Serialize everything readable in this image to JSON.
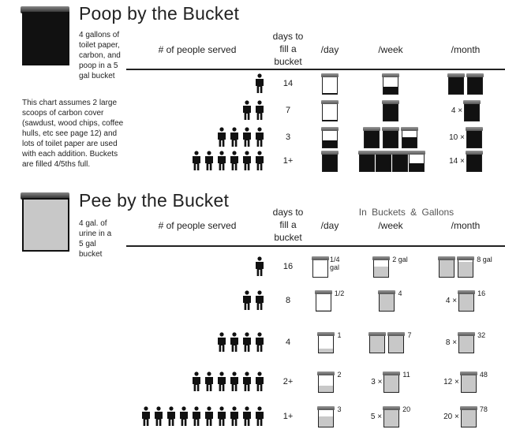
{
  "poop": {
    "title": "Poop by the Bucket",
    "bucket_desc": "4 gallons of toilet paper, carbon, and poop in a 5 gal bucket",
    "note": "This chart assumes 2 large scoops of carbon cover (sawdust, wood chips, coffee hulls, etc see page 12) and lots of toilet paper are used with each addition. Buckets are filled 4/5ths full.",
    "headers": {
      "people": "# of people served",
      "days": "days to fill a bucket",
      "day": "/day",
      "week": "/week",
      "month": "/month"
    },
    "fill_color": "#111111",
    "rows": [
      {
        "people": 1,
        "days": "14",
        "day": {
          "buckets": [
            0.03
          ]
        },
        "week": {
          "buckets": [
            0.45
          ]
        },
        "month": {
          "mult": "",
          "buckets": [
            1,
            1
          ]
        }
      },
      {
        "people": 2,
        "days": "7",
        "day": {
          "buckets": [
            0.05
          ]
        },
        "week": {
          "buckets": [
            1
          ]
        },
        "month": {
          "mult": "4 ×",
          "buckets": [
            1
          ]
        }
      },
      {
        "people": 4,
        "days": "3",
        "day": {
          "buckets": [
            0.45
          ]
        },
        "week": {
          "buckets": [
            1,
            1,
            0.6
          ]
        },
        "month": {
          "mult": "10 ×",
          "buckets": [
            1
          ]
        }
      },
      {
        "people": 6,
        "days": "1+",
        "day": {
          "buckets": [
            1
          ]
        },
        "week": {
          "buckets": [
            1,
            1,
            1,
            0.5
          ]
        },
        "month": {
          "mult": "14 ×",
          "buckets": [
            1
          ]
        }
      }
    ]
  },
  "pee": {
    "title": "Pee by the Bucket",
    "bucket_desc": "4 gal. of urine in a 5 gal bucket",
    "subheader": "In Buckets & Gallons",
    "headers": {
      "people": "# of people served",
      "days": "days to fill a bucket",
      "day": "/day",
      "week": "/week",
      "month": "/month"
    },
    "fill_color": "#c8c8c8",
    "rows": [
      {
        "people": 1,
        "days": "16",
        "day": {
          "buckets": [
            0.02
          ],
          "label": "1/4 gal"
        },
        "week": {
          "mult": "",
          "buckets": [
            0.6
          ],
          "label": "2 gal"
        },
        "month": {
          "mult": "",
          "buckets": [
            1,
            0.9
          ],
          "label": "8 gal"
        }
      },
      {
        "people": 2,
        "days": "8",
        "day": {
          "buckets": [
            0.03
          ],
          "label": "1/2"
        },
        "week": {
          "mult": "",
          "buckets": [
            1
          ],
          "label": "4"
        },
        "month": {
          "mult": "4 ×",
          "buckets": [
            1
          ],
          "label": "16"
        }
      },
      {
        "people": 4,
        "days": "4",
        "day": {
          "buckets": [
            0.25
          ],
          "label": "1"
        },
        "week": {
          "mult": "",
          "buckets": [
            1,
            1
          ],
          "label": "7"
        },
        "month": {
          "mult": "8 ×",
          "buckets": [
            1
          ],
          "label": "32"
        }
      },
      {
        "people": 6,
        "days": "2+",
        "day": {
          "buckets": [
            0.4
          ],
          "label": "2"
        },
        "week": {
          "mult": "3 ×",
          "buckets": [
            1
          ],
          "label": "11"
        },
        "month": {
          "mult": "12 ×",
          "buckets": [
            1
          ],
          "label": "48"
        }
      },
      {
        "people": 10,
        "days": "1+",
        "day": {
          "buckets": [
            0.6
          ],
          "label": "3"
        },
        "week": {
          "mult": "5 ×",
          "buckets": [
            1
          ],
          "label": "20"
        },
        "month": {
          "mult": "20 ×",
          "buckets": [
            1
          ],
          "label": "78"
        }
      }
    ]
  }
}
